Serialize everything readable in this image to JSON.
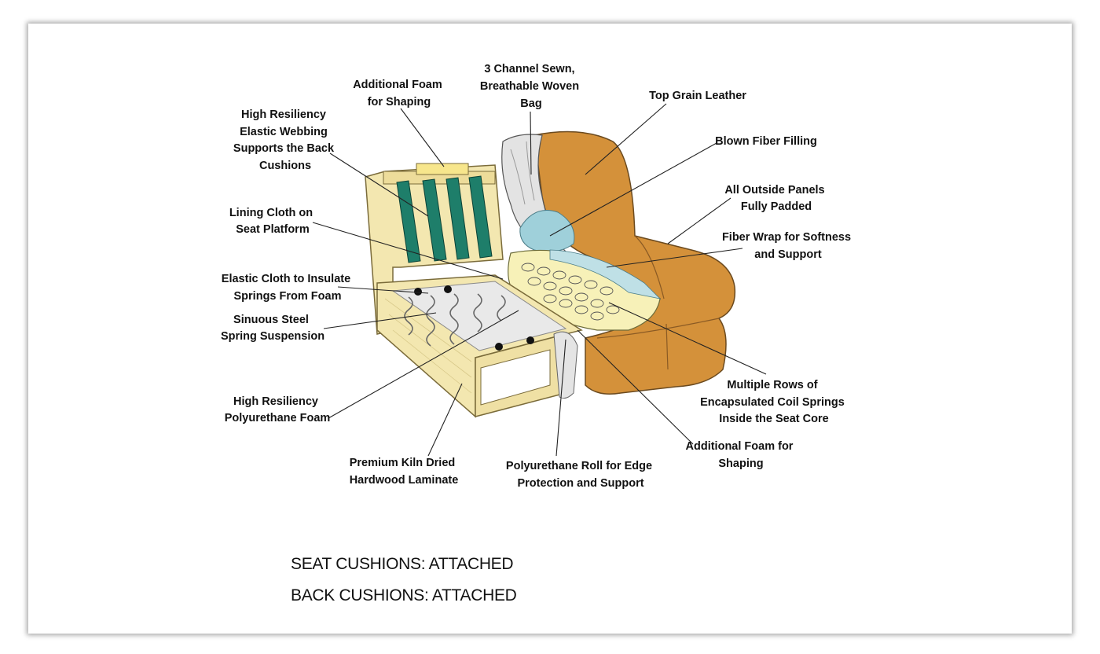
{
  "callouts": {
    "additional_foam_shaping_top": [
      "Additional Foam",
      "for Shaping"
    ],
    "channel_sewn_bag": [
      "3 Channel Sewn,",
      "Breathable Woven",
      "Bag"
    ],
    "top_grain_leather": [
      "Top Grain Leather"
    ],
    "high_resiliency_webbing": [
      "High Resiliency",
      "Elastic Webbing",
      "Supports the Back",
      "Cushions"
    ],
    "blown_fiber_filling": [
      "Blown Fiber Filling"
    ],
    "outside_panels_padded": [
      "All Outside Panels",
      "Fully Padded"
    ],
    "lining_cloth": [
      "Lining Cloth on",
      "Seat Platform"
    ],
    "fiber_wrap": [
      "Fiber Wrap for Softness",
      "and Support"
    ],
    "elastic_cloth": [
      "Elastic Cloth to Insulate",
      "Springs From Foam"
    ],
    "sinuous_spring": [
      "Sinuous Steel",
      "Spring Suspension"
    ],
    "coil_springs": [
      "Multiple Rows of",
      "Encapsulated Coil Springs",
      "Inside the Seat Core"
    ],
    "hr_polyurethane_foam": [
      "High Resiliency",
      "Polyurethane Foam"
    ],
    "additional_foam_shaping_bottom": [
      "Additional Foam for",
      "Shaping"
    ],
    "kiln_dried_hardwood": [
      "Premium Kiln Dried",
      "Hardwood Laminate"
    ],
    "polyurethane_roll": [
      "Polyurethane Roll for Edge",
      "Protection and Support"
    ]
  },
  "footer": {
    "seat_cushions": "SEAT CUSHIONS: ATTACHED",
    "back_cushions": "BACK CUSHIONS: ATTACHED"
  },
  "colors": {
    "leather": "#D4913A",
    "leather_dark": "#B8732A",
    "wood": "#F3E7B0",
    "webbing": "#1E7E6A",
    "foam_yellow": "#F7F1B8",
    "fiber_blue": "#9FD0DA",
    "fabric_grey": "#E3E3E3"
  }
}
